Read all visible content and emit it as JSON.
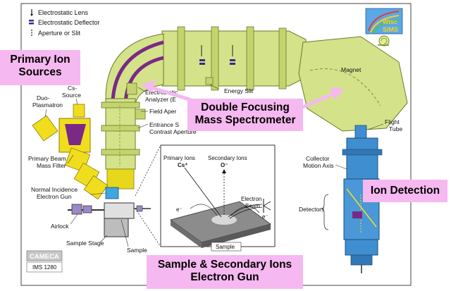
{
  "legend": {
    "lens": "Electrostatic Lens",
    "deflector": "Electrostatic Deflector",
    "aperture": "Aperture or Slit"
  },
  "logo": {
    "text_top": "Wisc",
    "text_bottom": "SIMS"
  },
  "callouts": {
    "primary_ion_sources": [
      "Primary Ion",
      "Sources"
    ],
    "double_focusing": [
      "Double Focusing",
      "Mass Spectrometer"
    ],
    "ion_detection": "Ion Detection",
    "sample_secondary": [
      "Sample & Secondary Ions",
      "Electron Gun"
    ]
  },
  "labels": {
    "magnet": "Magnet",
    "energy_slit": "Energy Slit",
    "esa_1": "Electrostatic",
    "esa_2": "Analyzer (E",
    "field_aperture": "Field Aper",
    "entrance_1": "Entrance S",
    "entrance_2": "Contrast Aperture",
    "cs_source_1": "Cs-",
    "cs_source_2": "Source",
    "duo_1": "Duo-",
    "duo_2": "Plasmatron",
    "pbmf_1": "Primary Beam",
    "pbmf_2": "Mass Filter",
    "nieg_1": "Normal Incidence",
    "nieg_2": "Electron Gun",
    "airlock": "Airlock",
    "sample_stage": "Sample Stage",
    "sample": "Sample",
    "flight_1": "Flight",
    "flight_2": "Tube",
    "cma_1": "Collector",
    "cma_2": "Motion Axis",
    "detectors": "Detectors"
  },
  "inset": {
    "primary_ions": "Primary Ions",
    "cs_plus": "Cs⁺",
    "secondary_ions": "Secondary Ions",
    "o_minus": "O⁻",
    "electron_1": "Electron",
    "electron_2": "Beam",
    "e_minus": "e⁻",
    "sample": "Sample"
  },
  "brand": {
    "name": "CAMECA",
    "model": "IMS 1280"
  },
  "colors": {
    "body": "#d4e38a",
    "body_dark": "#a9ba55",
    "yellow": "#f0de1e",
    "purple": "#7a2a86",
    "callout": "#f6b8f0",
    "detector_blue": "#3f8fd0"
  }
}
